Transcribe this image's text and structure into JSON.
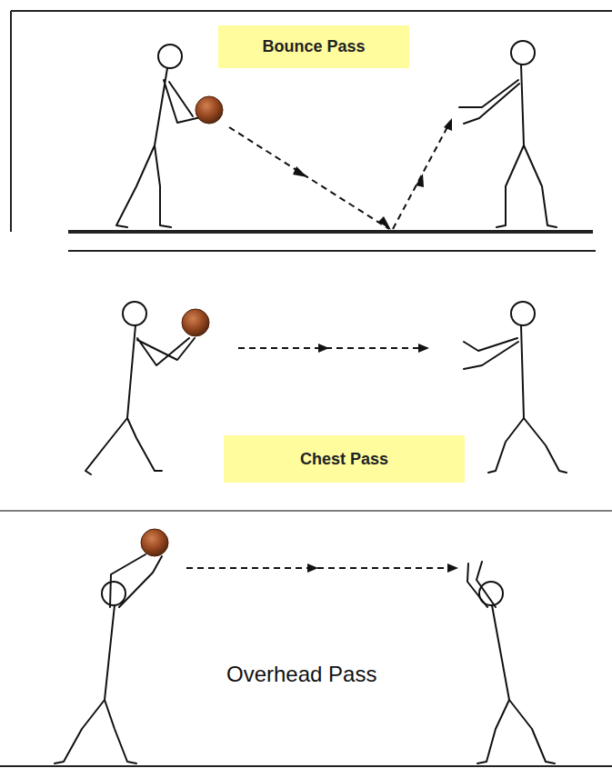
{
  "diagram": {
    "nodes": [
      {
        "text": [
          "Bounce Pass"
        ]
      },
      {
        "text": [
          "Chest Pass"
        ]
      }
    ],
    "labels": [
      "Overhead Pass"
    ]
  }
}
